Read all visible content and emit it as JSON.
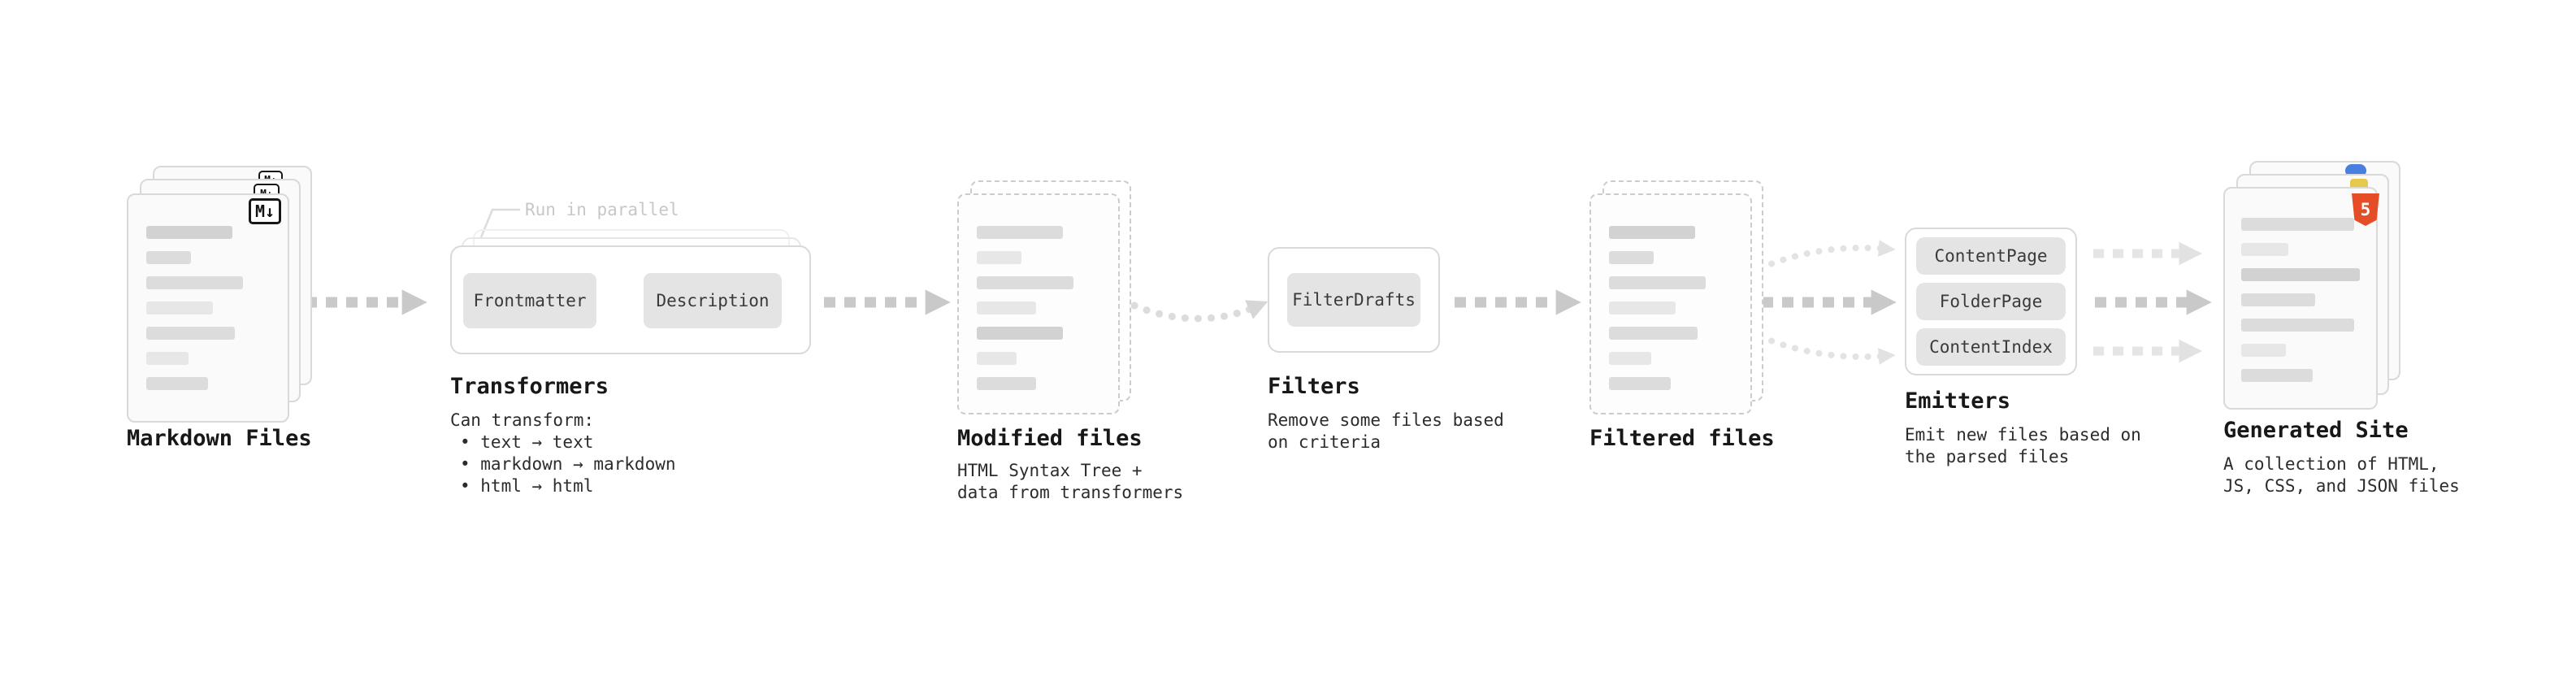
{
  "colors": {
    "arrow_strong": "#c9c9c9",
    "arrow_faint": "#e5e5e5",
    "doc_line": "#dcdcdc",
    "html5_badge": "#e44d26",
    "badge_blue": "#4a7fe0",
    "badge_yellow": "#e8c84a"
  },
  "nodes": {
    "markdown_files": {
      "label": "Markdown Files",
      "badge": "M↓"
    },
    "transformers": {
      "label": "Transformers",
      "parallel_note": "Run in parallel",
      "boxes": [
        "Frontmatter",
        "Description"
      ],
      "can_transform_title": "Can transform:",
      "bullets": [
        "• text → text",
        "• markdown → markdown",
        "• html → html"
      ]
    },
    "modified_files": {
      "label": "Modified files",
      "description": "HTML Syntax Tree +\ndata from transformers"
    },
    "filters": {
      "label": "Filters",
      "boxes": [
        "FilterDrafts"
      ],
      "description": "Remove some files based\non criteria"
    },
    "filtered_files": {
      "label": "Filtered files"
    },
    "emitters": {
      "label": "Emitters",
      "boxes": [
        "ContentPage",
        "FolderPage",
        "ContentIndex"
      ],
      "description": "Emit new files based on\nthe parsed files"
    },
    "generated_site": {
      "label": "Generated Site",
      "badge": "5",
      "description": "A collection of HTML,\nJS, CSS, and JSON files"
    }
  }
}
